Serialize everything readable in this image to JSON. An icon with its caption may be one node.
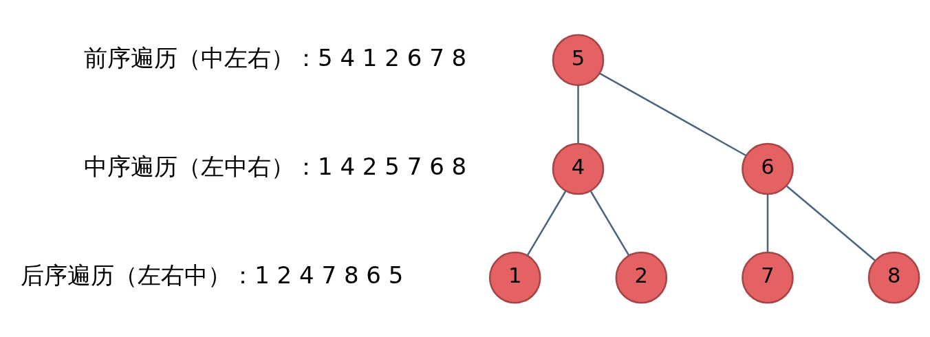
{
  "diagram": {
    "nodes": [
      {
        "text": [
          "5"
        ]
      },
      {
        "text": [
          "4"
        ]
      },
      {
        "text": [
          "6"
        ]
      },
      {
        "text": [
          "1"
        ]
      },
      {
        "text": [
          "2"
        ]
      },
      {
        "text": [
          "7"
        ]
      },
      {
        "text": [
          "8"
        ]
      }
    ],
    "edges": [
      {
        "from": 0,
        "to": 1,
        "arrow": "none"
      },
      {
        "from": 0,
        "to": 2,
        "arrow": "none"
      },
      {
        "from": 1,
        "to": 3,
        "arrow": "none"
      },
      {
        "from": 1,
        "to": 4,
        "arrow": "none"
      },
      {
        "from": 2,
        "to": 5,
        "arrow": "none"
      },
      {
        "from": 2,
        "to": 6,
        "arrow": "none"
      }
    ],
    "labels": [
      "前序遍历（中左右）：5 4 1 2 6 7 8",
      "中序遍历（左中右）：1 4 2 5 7 6 8",
      "后序遍历（左右中）：1 2 4 7 8 6 5"
    ]
  }
}
